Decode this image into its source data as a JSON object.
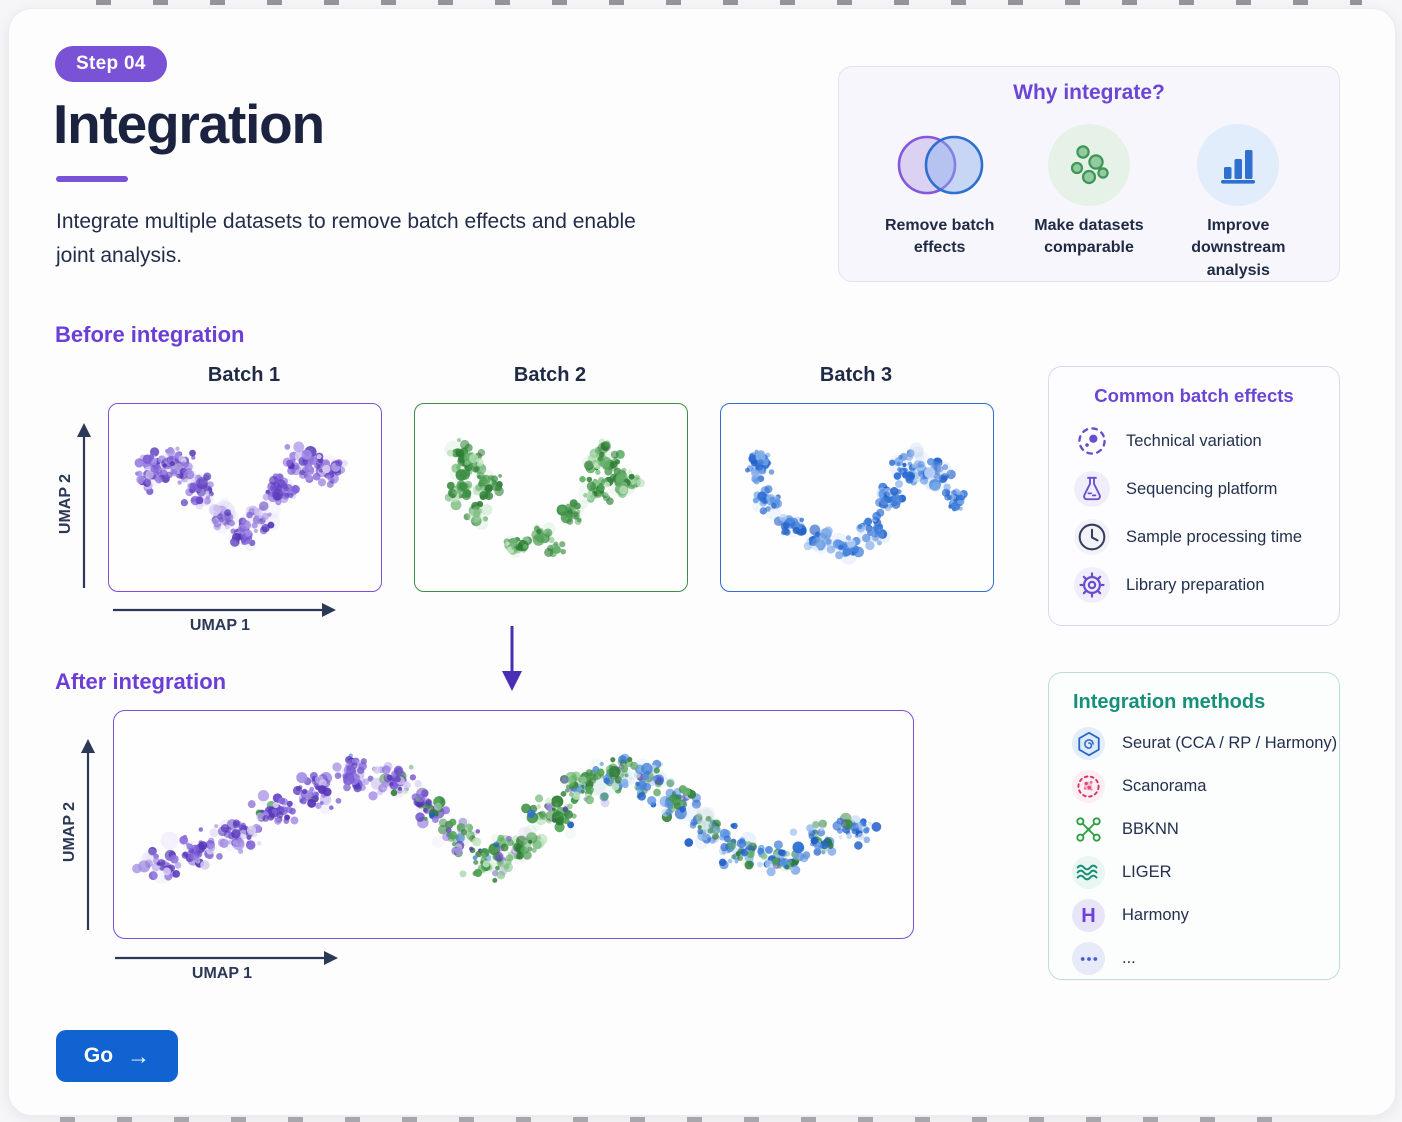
{
  "page": {
    "accent_purple": "#7a52d6",
    "accent_blue": "#1263d2",
    "accent_green": "#3a8d47",
    "accent_teal": "#17907a",
    "title_color": "#1b2340"
  },
  "header": {
    "step_badge": "Step 04",
    "title": "Integration",
    "description": "Integrate multiple datasets to remove batch effects and enable joint analysis."
  },
  "why": {
    "title": "Why integrate?",
    "items": [
      {
        "icon": "venn-diagram-icon",
        "label": "Remove batch effects"
      },
      {
        "icon": "scatter-dots-icon",
        "label": "Make datasets comparable"
      },
      {
        "icon": "bar-chart-icon",
        "label": "Improve downstream analysis"
      }
    ]
  },
  "before": {
    "title": "Before integration"
  },
  "after": {
    "title": "After integration"
  },
  "batch_effects": {
    "title": "Common batch effects",
    "items": [
      {
        "icon": "dashed-circle-icon",
        "label": "Technical variation"
      },
      {
        "icon": "flask-icon",
        "label": "Sequencing platform"
      },
      {
        "icon": "clock-icon",
        "label": "Sample processing time"
      },
      {
        "icon": "gear-icon",
        "label": "Library preparation"
      }
    ]
  },
  "methods": {
    "title": "Integration methods",
    "items": [
      {
        "icon": "seurat-hexagon-icon",
        "label": "Seurat (CCA / RP / Harmony)"
      },
      {
        "icon": "scanorama-icon",
        "label": "Scanorama"
      },
      {
        "icon": "bbknn-network-icon",
        "label": "BBKNN"
      },
      {
        "icon": "liger-waves-icon",
        "label": "LIGER"
      },
      {
        "icon": "harmony-h-icon",
        "label": "Harmony"
      },
      {
        "icon": "ellipsis-icon",
        "label": "..."
      }
    ]
  },
  "go_button": {
    "label": "Go",
    "arrow": "→"
  },
  "chart_data": {
    "type": "scatter",
    "axis_labels": {
      "x": "UMAP 1",
      "y": "UMAP 2"
    },
    "palettes": {
      "purple": [
        "#5636b8",
        "#6a48cc",
        "#7d5ed6",
        "#9071dd",
        "#a68fe6",
        "#d6cbf2"
      ],
      "green": [
        "#2e7d34",
        "#3c8f43",
        "#4d9f54",
        "#62b168",
        "#85c489",
        "#bfe3c0"
      ],
      "blue": [
        "#1f5ec8",
        "#2e6fd3",
        "#417fdb",
        "#5b93e3",
        "#83afec",
        "#bcd3f4"
      ]
    },
    "plots": [
      {
        "name": "batch-1",
        "title": "Batch 1",
        "palette": "purple",
        "border": "#7a52d6",
        "seed": 7,
        "blobs": [
          [
            0.15,
            0.36,
            0.09,
            0.14,
            42
          ],
          [
            0.24,
            0.31,
            0.09,
            0.14,
            46
          ],
          [
            0.33,
            0.46,
            0.08,
            0.13,
            40
          ],
          [
            0.42,
            0.62,
            0.07,
            0.11,
            34
          ],
          [
            0.49,
            0.73,
            0.07,
            0.09,
            30
          ],
          [
            0.56,
            0.62,
            0.07,
            0.1,
            30
          ],
          [
            0.64,
            0.46,
            0.08,
            0.12,
            40
          ],
          [
            0.73,
            0.31,
            0.09,
            0.13,
            46
          ],
          [
            0.83,
            0.35,
            0.08,
            0.12,
            36
          ]
        ]
      },
      {
        "name": "batch-2",
        "title": "Batch 2",
        "palette": "green",
        "border": "#3a8d47",
        "seed": 13,
        "blobs": [
          [
            0.18,
            0.3,
            0.09,
            0.13,
            46
          ],
          [
            0.15,
            0.47,
            0.07,
            0.1,
            30
          ],
          [
            0.26,
            0.44,
            0.07,
            0.1,
            30
          ],
          [
            0.22,
            0.6,
            0.06,
            0.07,
            15
          ],
          [
            0.71,
            0.28,
            0.09,
            0.11,
            40
          ],
          [
            0.79,
            0.42,
            0.07,
            0.11,
            35
          ],
          [
            0.68,
            0.47,
            0.07,
            0.1,
            30
          ],
          [
            0.58,
            0.6,
            0.07,
            0.08,
            25
          ],
          [
            0.47,
            0.72,
            0.07,
            0.07,
            25
          ],
          [
            0.37,
            0.78,
            0.07,
            0.06,
            25
          ],
          [
            0.52,
            0.8,
            0.05,
            0.05,
            10
          ]
        ]
      },
      {
        "name": "batch-3",
        "title": "Batch 3",
        "palette": "blue",
        "border": "#2e6fd0",
        "seed": 21,
        "blobs": [
          [
            0.13,
            0.33,
            0.07,
            0.12,
            36
          ],
          [
            0.17,
            0.52,
            0.07,
            0.11,
            35
          ],
          [
            0.25,
            0.65,
            0.07,
            0.09,
            30
          ],
          [
            0.35,
            0.75,
            0.07,
            0.08,
            30
          ],
          [
            0.46,
            0.79,
            0.07,
            0.07,
            26
          ],
          [
            0.56,
            0.7,
            0.07,
            0.09,
            30
          ],
          [
            0.62,
            0.52,
            0.07,
            0.11,
            35
          ],
          [
            0.7,
            0.33,
            0.08,
            0.12,
            40
          ],
          [
            0.8,
            0.38,
            0.08,
            0.12,
            40
          ],
          [
            0.88,
            0.52,
            0.06,
            0.1,
            26
          ]
        ]
      },
      {
        "name": "integrated",
        "title": "",
        "palette": "purple",
        "border": "#7a52d6",
        "seed": 42,
        "blobs": [
          [
            0.055,
            0.68,
            0.04,
            0.1,
            30,
            [
              1,
              0,
              0
            ]
          ],
          [
            0.1,
            0.62,
            0.04,
            0.11,
            35,
            [
              1,
              0,
              0
            ]
          ],
          [
            0.15,
            0.54,
            0.04,
            0.11,
            40,
            [
              1,
              0,
              0
            ]
          ],
          [
            0.2,
            0.45,
            0.04,
            0.11,
            40,
            [
              0.97,
              0.03,
              0
            ]
          ],
          [
            0.25,
            0.35,
            0.04,
            0.11,
            45,
            [
              0.95,
              0.05,
              0
            ]
          ],
          [
            0.3,
            0.27,
            0.04,
            0.11,
            45,
            [
              0.92,
              0.06,
              0.02
            ]
          ],
          [
            0.35,
            0.31,
            0.04,
            0.11,
            45,
            [
              0.85,
              0.13,
              0.02
            ]
          ],
          [
            0.39,
            0.42,
            0.04,
            0.11,
            40,
            [
              0.65,
              0.33,
              0.02
            ]
          ],
          [
            0.43,
            0.56,
            0.04,
            0.11,
            40,
            [
              0.4,
              0.58,
              0.02
            ]
          ],
          [
            0.47,
            0.68,
            0.04,
            0.1,
            45,
            [
              0.2,
              0.75,
              0.05
            ]
          ],
          [
            0.51,
            0.6,
            0.04,
            0.11,
            40,
            [
              0.12,
              0.83,
              0.05
            ]
          ],
          [
            0.55,
            0.46,
            0.04,
            0.11,
            40,
            [
              0.08,
              0.84,
              0.08
            ]
          ],
          [
            0.59,
            0.33,
            0.04,
            0.11,
            45,
            [
              0.06,
              0.78,
              0.16
            ]
          ],
          [
            0.63,
            0.27,
            0.04,
            0.11,
            45,
            [
              0.05,
              0.6,
              0.35
            ]
          ],
          [
            0.67,
            0.29,
            0.04,
            0.11,
            45,
            [
              0.03,
              0.42,
              0.55
            ]
          ],
          [
            0.71,
            0.39,
            0.04,
            0.11,
            40,
            [
              0.02,
              0.28,
              0.7
            ]
          ],
          [
            0.75,
            0.52,
            0.04,
            0.11,
            40,
            [
              0.02,
              0.3,
              0.68
            ]
          ],
          [
            0.79,
            0.63,
            0.04,
            0.1,
            40,
            [
              0.02,
              0.36,
              0.62
            ]
          ],
          [
            0.84,
            0.67,
            0.04,
            0.1,
            40,
            [
              0.02,
              0.4,
              0.58
            ]
          ],
          [
            0.89,
            0.58,
            0.04,
            0.11,
            40,
            [
              0.02,
              0.25,
              0.73
            ]
          ],
          [
            0.935,
            0.52,
            0.035,
            0.1,
            30,
            [
              0.02,
              0.15,
              0.83
            ]
          ]
        ]
      }
    ]
  }
}
